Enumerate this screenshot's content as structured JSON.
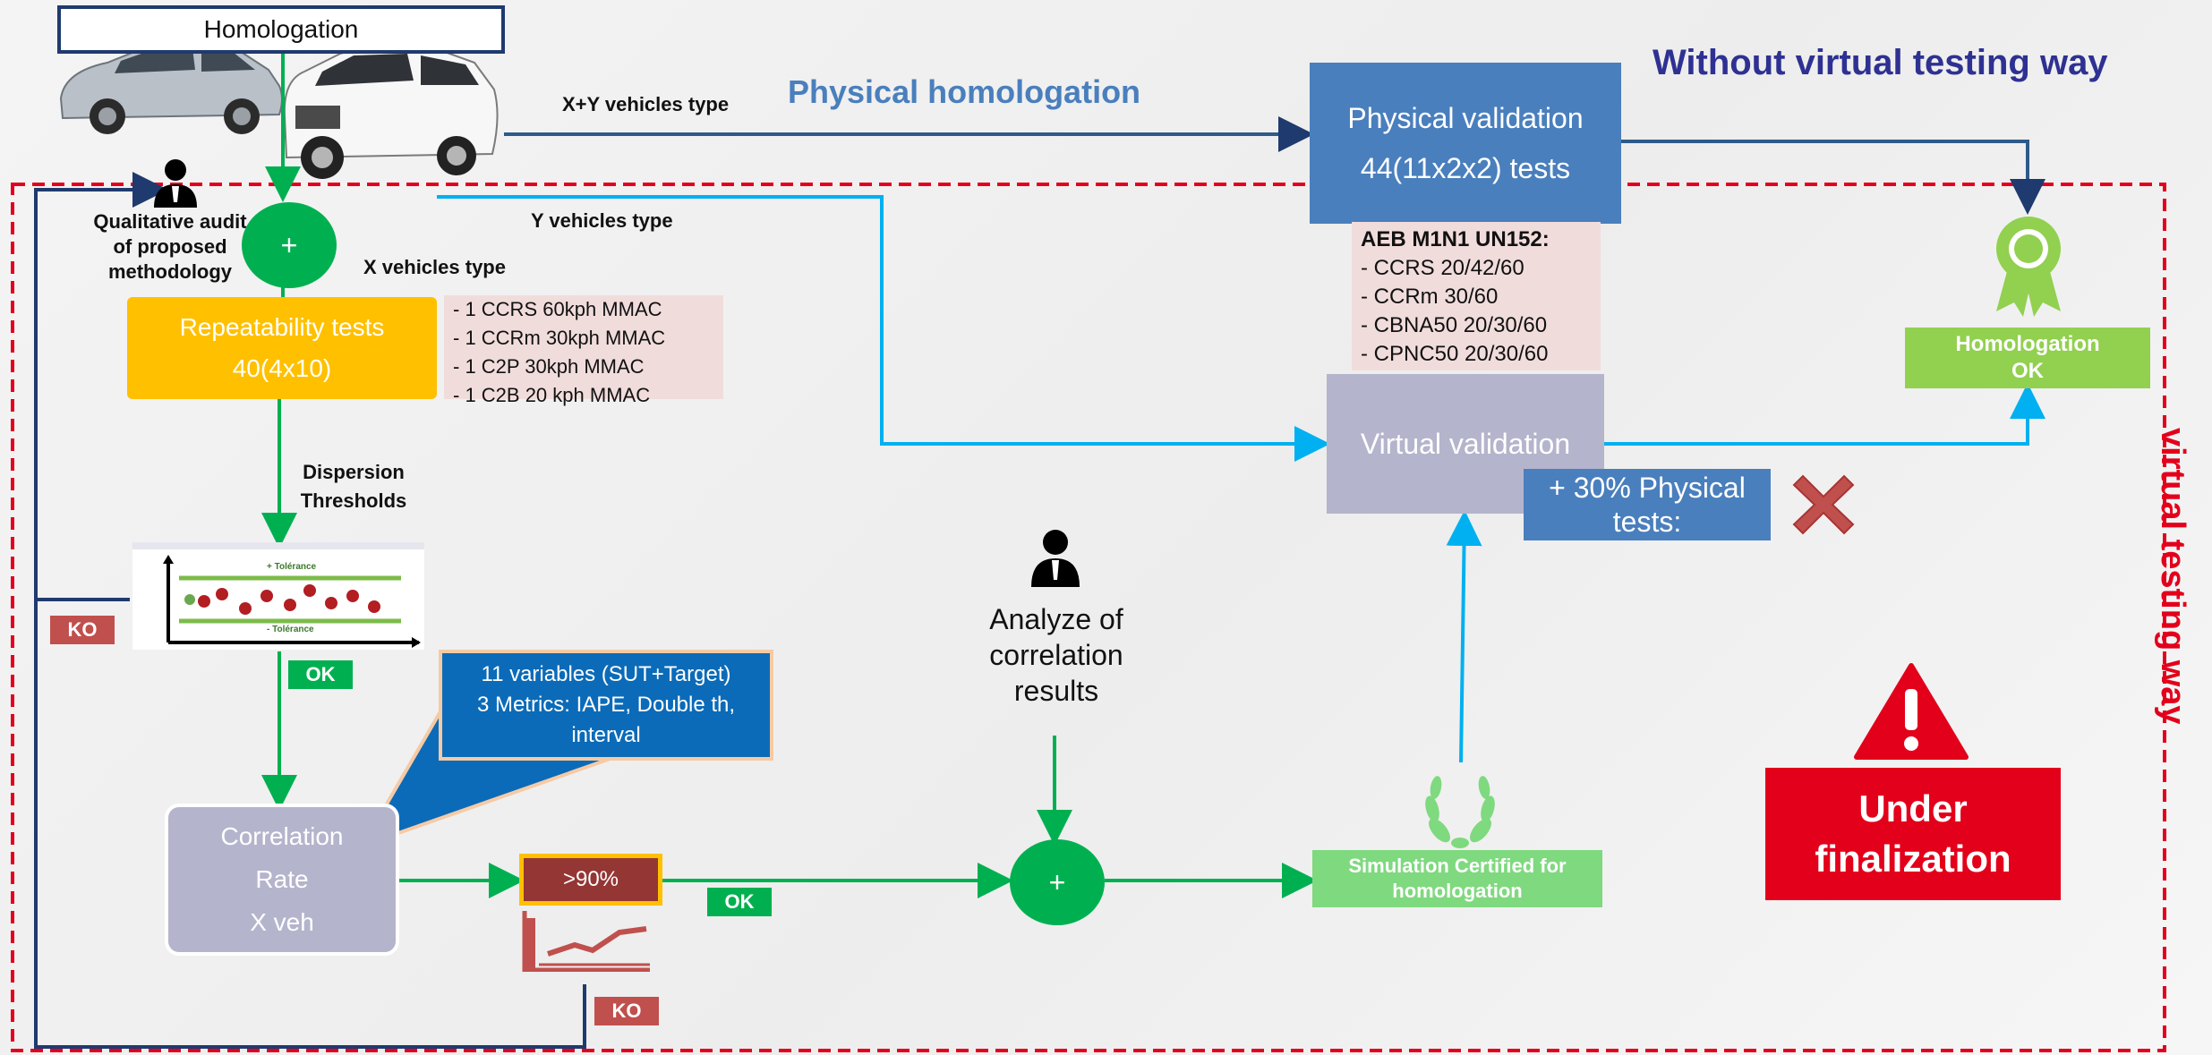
{
  "homologation_title": "Homologation",
  "physical_homologation": "Physical homologation",
  "without_virtual_title": "Without virtual testing way",
  "virtual_testing_title": "virtual testing way",
  "labels": {
    "xy_vehicles": "X+Y vehicles type",
    "y_vehicles": "Y vehicles type",
    "x_vehicles": "X vehicles type",
    "qualitative_audit": [
      "Qualitative audit",
      "of proposed",
      "methodology"
    ],
    "dispersion": [
      "Dispersion",
      "Thresholds"
    ],
    "analyze": [
      "Analyze of",
      "correlation",
      "results"
    ]
  },
  "physical_validation": {
    "line1": "Physical validation",
    "line2": "44(11x2x2) tests"
  },
  "aeb": {
    "title": "AEB M1N1 UN152:",
    "items": [
      "- CCRS 20/42/60",
      "- CCRm 30/60",
      "- CBNA50 20/30/60",
      "- CPNC50 20/30/60"
    ]
  },
  "homologation_ok": {
    "line1": "Homologation",
    "line2": "OK"
  },
  "repeatability": {
    "line1": "Repeatability tests",
    "line2": "40(4x10)"
  },
  "repeat_items": [
    "- 1 CCRS 60kph MMAC",
    "- 1 CCRm 30kph MMAC",
    "- 1 C2P 30kph MMAC",
    "- 1 C2B 20 kph MMAC"
  ],
  "virtual_validation": "Virtual validation",
  "physical_tests_box": {
    "line1": "+ 30% Physical",
    "line2": "tests:"
  },
  "tolerance": {
    "plus": "+ Tolérance",
    "minus": "- Tolérance"
  },
  "ko": "KO",
  "ok": "OK",
  "callout": {
    "line1": "11 variables (SUT+Target)",
    "line2": "3 Metrics: IAPE, Double th,",
    "line3": "interval"
  },
  "correlation": {
    "line1": "Correlation",
    "line2": "Rate",
    "line3": "X veh"
  },
  "threshold_90": ">90%",
  "plus_sign": "+",
  "simulation_certified": {
    "line1": "Simulation Certified for",
    "line2": "homologation"
  },
  "under_finalization": {
    "line1": "Under",
    "line2": "finalization"
  },
  "colors": {
    "green": "#00b050",
    "light_blue": "#00b0f0",
    "navy": "#002060",
    "steel_blue": "#4a7fbd",
    "yellow": "#ffc000",
    "lavender": "#b4b4cc",
    "red": "#e3001b",
    "dark_red": "#c0504d",
    "cert_green": "#7fd97f",
    "hom_green": "#92d050"
  }
}
